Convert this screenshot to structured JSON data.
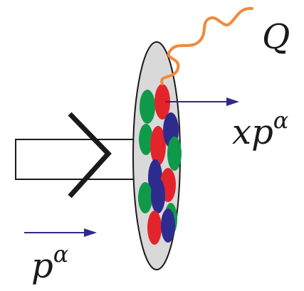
{
  "labels": {
    "photon": "Q",
    "parton_momentum": "xp",
    "parton_momentum_exponent": "α",
    "hadron_momentum": "p",
    "hadron_momentum_exponent": "α"
  },
  "colors": {
    "red_quark": "#e3242b",
    "green_quark": "#0f9a4a",
    "blue_quark": "#2e2b8f",
    "photon": "#f08a3c",
    "momentum_arrow": "#2f2a8c",
    "disk_fill": "#d9d9d9",
    "outline": "#1a1a1a"
  },
  "quarks": [
    {
      "color": "green"
    },
    {
      "color": "red"
    },
    {
      "color": "green"
    },
    {
      "color": "red"
    },
    {
      "color": "blue"
    },
    {
      "color": "green"
    },
    {
      "color": "blue"
    },
    {
      "color": "red"
    },
    {
      "color": "green"
    },
    {
      "color": "blue"
    },
    {
      "color": "green"
    },
    {
      "color": "red"
    },
    {
      "color": "blue"
    }
  ]
}
